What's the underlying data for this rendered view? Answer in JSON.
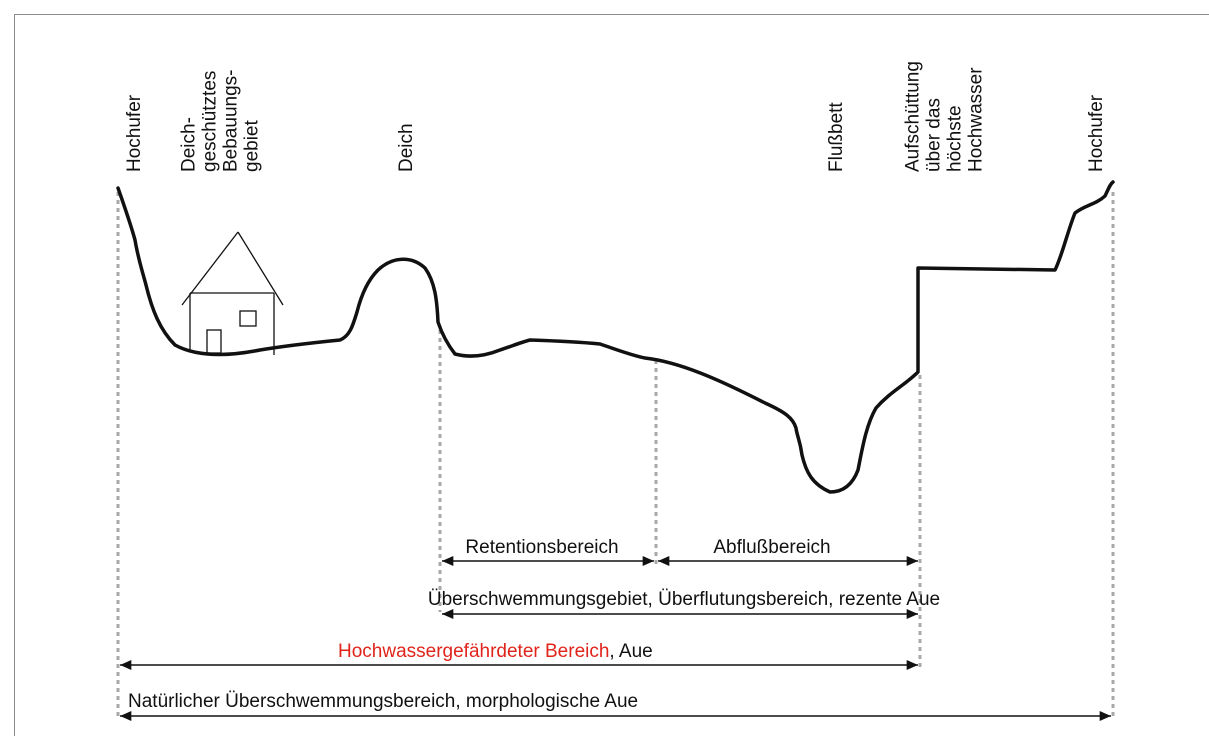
{
  "labels": {
    "top": [
      [
        "Hochufer"
      ],
      [
        "Deich-",
        "geschütztes",
        "Bebauungs-",
        "gebiet"
      ],
      [
        "Deich"
      ],
      [
        "Flußbett"
      ],
      [
        "Aufschüttung",
        "über das",
        "höchste",
        "Hochwasser"
      ],
      [
        "Hochufer"
      ]
    ]
  },
  "ranges": {
    "retention": "Retentionsbereich",
    "abfluss": "Abflußbereich",
    "ueberschwemmung": "Überschwemmungsgebiet, Überflutungsbereich, rezente Aue",
    "hochwasser_red": "Hochwassergefährdeter Bereich",
    "hochwasser_rest": ", Aue",
    "natuerlich": "Natürlicher Überschwemmungsbereich, morphologische Aue"
  },
  "colors": {
    "profile": "#111111",
    "guides": "#a8a8a8",
    "highlight": "#e0241b",
    "frame": "#8c8c8c"
  }
}
